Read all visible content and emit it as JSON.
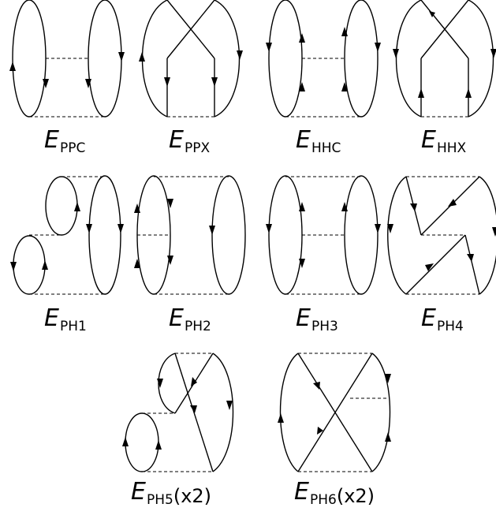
{
  "diagrams": [
    {
      "id": "ppc",
      "label_main": "E",
      "label_sub": "PPC",
      "label_suffix": ""
    },
    {
      "id": "ppx",
      "label_main": "E",
      "label_sub": "PPX",
      "label_suffix": ""
    },
    {
      "id": "hhc",
      "label_main": "E",
      "label_sub": "HHC",
      "label_suffix": ""
    },
    {
      "id": "hhx",
      "label_main": "E",
      "label_sub": "HHX",
      "label_suffix": ""
    },
    {
      "id": "ph1",
      "label_main": "E",
      "label_sub": "PH1",
      "label_suffix": ""
    },
    {
      "id": "ph2",
      "label_main": "E",
      "label_sub": "PH2",
      "label_suffix": ""
    },
    {
      "id": "ph3",
      "label_main": "E",
      "label_sub": "PH3",
      "label_suffix": ""
    },
    {
      "id": "ph4",
      "label_main": "E",
      "label_sub": "PH4",
      "label_suffix": ""
    },
    {
      "id": "ph5",
      "label_main": "E",
      "label_sub": "PH5",
      "label_suffix": "(x2)"
    },
    {
      "id": "ph6",
      "label_main": "E",
      "label_sub": "PH6",
      "label_suffix": "(x2)"
    }
  ]
}
